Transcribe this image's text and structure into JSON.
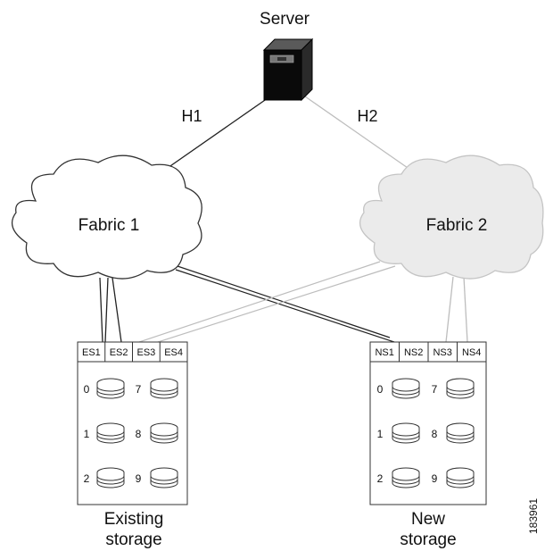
{
  "server": {
    "label": "Server",
    "icon": "server-tower-icon"
  },
  "links": {
    "h1": "H1",
    "h2": "H2"
  },
  "fabrics": [
    {
      "label": "Fabric 1",
      "fill": "#ffffff"
    },
    {
      "label": "Fabric 2",
      "fill": "#ebebeb"
    }
  ],
  "existing_storage": {
    "ports": [
      "ES1",
      "ES2",
      "ES3",
      "ES4"
    ],
    "disks": [
      "0",
      "7",
      "1",
      "8",
      "2",
      "9"
    ],
    "caption_line1": "Existing",
    "caption_line2": "storage"
  },
  "new_storage": {
    "ports": [
      "NS1",
      "NS2",
      "NS3",
      "NS4"
    ],
    "disks": [
      "0",
      "7",
      "1",
      "8",
      "2",
      "9"
    ],
    "caption_line1": "New",
    "caption_line2": "storage"
  },
  "figure_id": "183961",
  "colors": {
    "dark_line": "#222222",
    "light_line": "#bdbdbd",
    "server": "#0a0a0a"
  }
}
